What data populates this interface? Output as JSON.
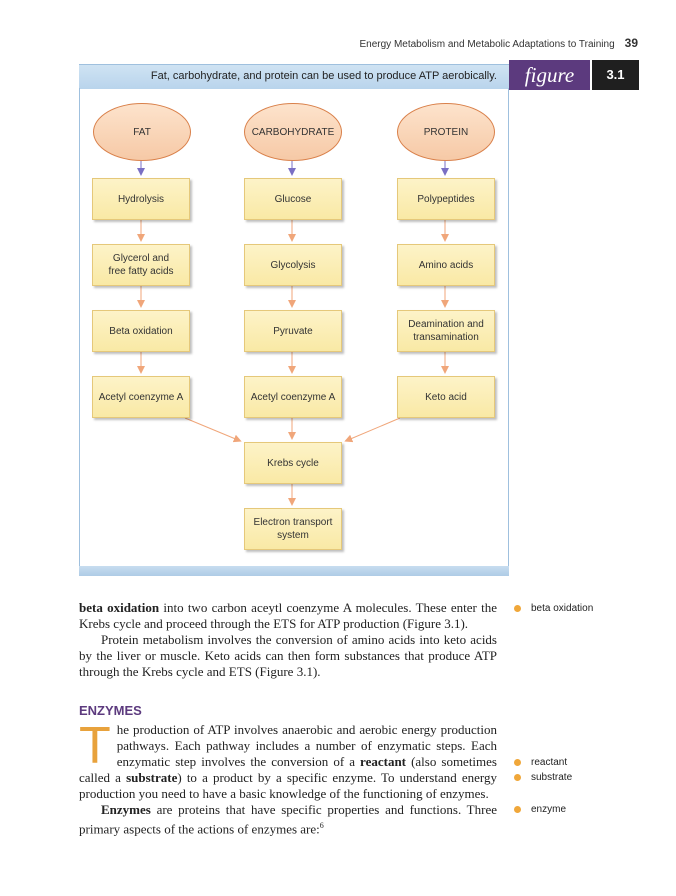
{
  "header": {
    "running_title": "Energy Metabolism and Metabolic Adaptations to Training",
    "page_number": "39"
  },
  "figure": {
    "caption": "Fat, carbohydrate, and protein can be used to produce ATP aerobically.",
    "label": "figure",
    "number": "3.1",
    "sources": [
      "FAT",
      "CARBOHYDRATE",
      "PROTEIN"
    ],
    "fat_path": [
      "Hydrolysis",
      "Glycerol and\nfree fatty acids",
      "Beta oxidation",
      "Acetyl coenzyme A"
    ],
    "carb_path": [
      "Glucose",
      "Glycolysis",
      "Pyruvate",
      "Acetyl coenzyme A"
    ],
    "protein_path": [
      "Polypeptides",
      "Amino acids",
      "Deamination and\ntransamination",
      "Keto acid"
    ],
    "common": [
      "Krebs cycle",
      "Electron transport\nsystem"
    ]
  },
  "body": {
    "p1_bold": "beta oxidation",
    "p1_rest": " into two carbon aceytl coenzyme A molecules. These enter the Krebs cycle and proceed through the ETS for ATP production (Figure 3.1).",
    "p2": "Protein metabolism involves the conversion of amino acids into keto acids by the liver or muscle. Keto acids can then form substances that produce ATP through the Krebs cycle and ETS (Figure 3.1).",
    "heading": "ENZYMES",
    "dropcap": "T",
    "p3_a": "he production of ATP involves anaerobic and aerobic energy production pathways. Each pathway includes a number of enzymatic steps. Each enzymatic step involves the conversion of a ",
    "p3_reactant": "reactant",
    "p3_b": " (also sometimes called a ",
    "p3_substrate": "substrate",
    "p3_c": ") to a product by a specific enzyme. To understand energy production you need to have a basic knowledge of the functioning of enzymes.",
    "p4_bold": "Enzymes",
    "p4_rest": " are proteins that have specific properties and functions. Three primary aspects of the actions of enzymes are:",
    "p4_sup": "6"
  },
  "margin_terms": [
    "beta oxidation",
    "reactant",
    "substrate",
    "enzyme"
  ],
  "colors": {
    "heading": "#5c3a7e",
    "dropcap": "#e8a23c",
    "bullet": "#f0a73a",
    "oval_border": "#d9804a",
    "box_fill": "#f9e9a5"
  }
}
